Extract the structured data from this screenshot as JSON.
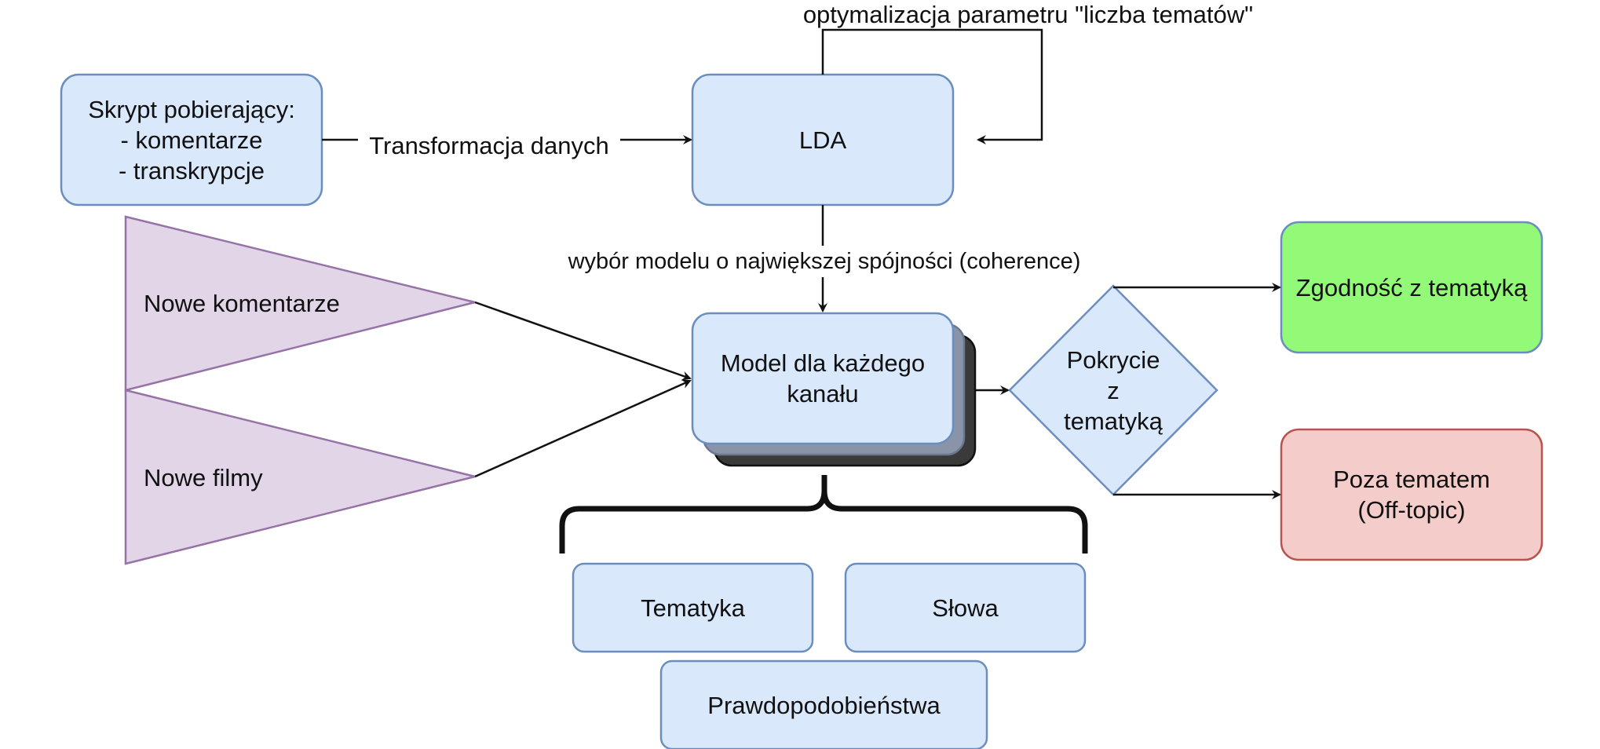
{
  "nodes": {
    "scraper": {
      "lines": [
        "Skrypt pobierający:",
        "- komentarze",
        "- transkrypcje"
      ]
    },
    "lda": {
      "label": "LDA"
    },
    "model": {
      "lines": [
        "Model dla każdego",
        "kanału"
      ]
    },
    "decision": {
      "lines": [
        "Pokrycie",
        "z",
        "tematyką"
      ]
    },
    "on_topic": {
      "label": "Zgodność z tematyką"
    },
    "off_topic": {
      "lines": [
        "Poza tematem",
        "(Off-topic)"
      ]
    },
    "new_comments": {
      "label": "Nowe komentarze"
    },
    "new_videos": {
      "label": "Nowe filmy"
    },
    "topics": {
      "label": "Tematyka"
    },
    "words": {
      "label": "Słowa"
    },
    "probabilities": {
      "label": "Prawdopodobieństwa"
    }
  },
  "edges": {
    "transform": {
      "label": "Transformacja danych"
    },
    "optimize": {
      "label": "optymalizacja parametru \"liczba tematów\""
    },
    "select": {
      "label": "wybór modelu o największej spójności (coherence)"
    }
  },
  "colors": {
    "blue_fill": "#dae8fc",
    "blue_stroke": "#6c8ebf",
    "purple_fill": "#e1d5e7",
    "purple_stroke": "#9673a6",
    "green_fill": "#93fa78",
    "red_fill": "#f4cdcb",
    "red_stroke": "#b85450",
    "stack_dark": "#3a3a3a",
    "stack_mid": "#8a94a8"
  }
}
